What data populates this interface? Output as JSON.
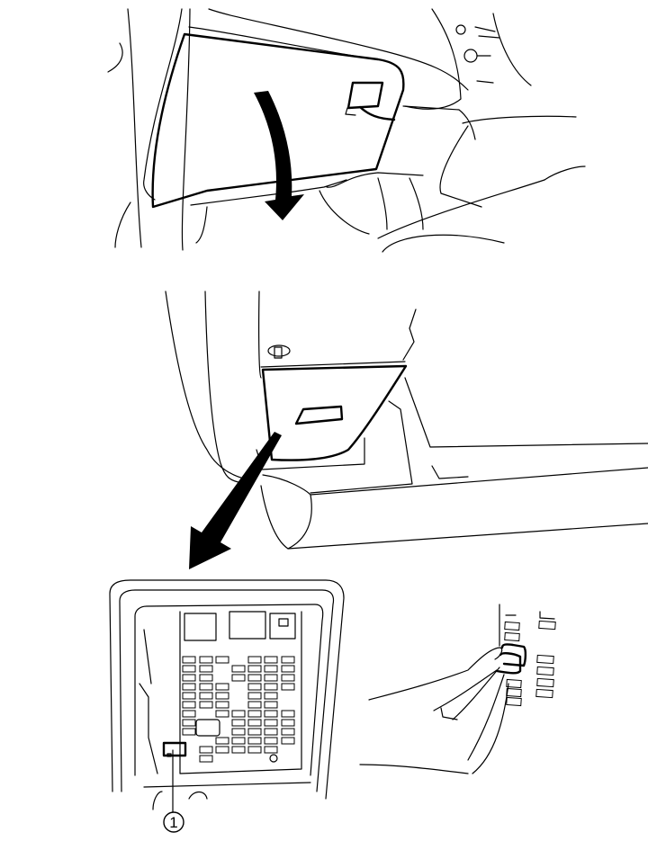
{
  "diagram": {
    "type": "instructional-line-art",
    "panels": [
      {
        "id": "step-1",
        "description": "glove-box-open",
        "arrow": "downward-curved"
      },
      {
        "id": "step-2",
        "description": "glove-box-lowered-cover-removal",
        "arrow": "diagonal-down-left"
      },
      {
        "id": "step-3",
        "description": "fuse-panel-view"
      },
      {
        "id": "step-4",
        "description": "hand-pulling-fuse"
      }
    ],
    "callouts": [
      {
        "number": "1",
        "target": "fuse-puller"
      }
    ],
    "colors": {
      "line": "#000000",
      "background": "#ffffff"
    }
  }
}
